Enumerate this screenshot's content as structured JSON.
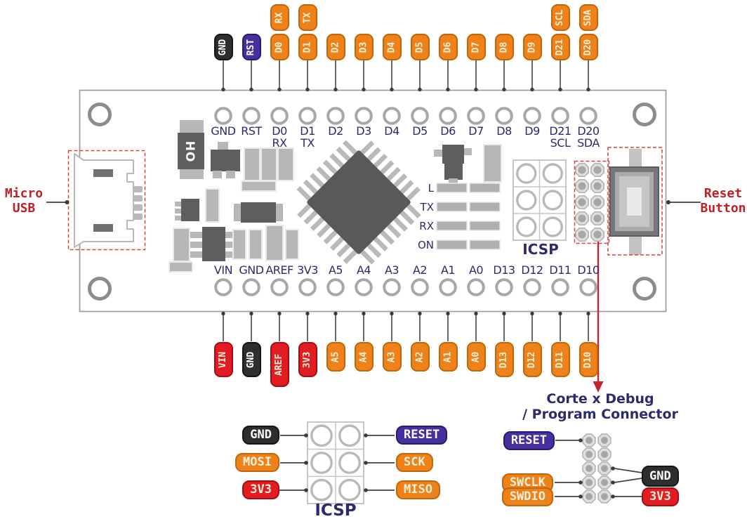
{
  "colors": {
    "orange": "#EE8118",
    "orange_border": "#C2660D",
    "red": "#E31B22",
    "red_border": "#9E1014",
    "black": "#2E2E31",
    "black_border": "#151518",
    "purple": "#46309E",
    "purple_border": "#2A1A71",
    "navy": "#2B2B6E",
    "annotation_red": "#C01F26",
    "cream": "#FBF0DA",
    "board_gray": "#9B9B9B",
    "dash_red": "#D4453C",
    "arrow_red": "#C2262C",
    "line_gray": "#464646"
  },
  "pins": {
    "top": [
      {
        "label": "GND",
        "color": "black"
      },
      {
        "label": "RST",
        "color": "purple"
      },
      {
        "label": "D0",
        "color": "orange",
        "tag": "RX"
      },
      {
        "label": "D1",
        "color": "orange",
        "tag": "TX"
      },
      {
        "label": "D2",
        "color": "orange"
      },
      {
        "label": "D3",
        "color": "orange"
      },
      {
        "label": "D4",
        "color": "orange"
      },
      {
        "label": "D5",
        "color": "orange"
      },
      {
        "label": "D6",
        "color": "orange"
      },
      {
        "label": "D7",
        "color": "orange"
      },
      {
        "label": "D8",
        "color": "orange"
      },
      {
        "label": "D9",
        "color": "orange"
      },
      {
        "label": "D21",
        "color": "orange",
        "tag": "SCL"
      },
      {
        "label": "D20",
        "color": "orange",
        "tag": "SDA"
      }
    ],
    "bottom": [
      {
        "label": "VIN",
        "color": "red"
      },
      {
        "label": "GND",
        "color": "black"
      },
      {
        "label": "AREF",
        "color": "red"
      },
      {
        "label": "3V3",
        "color": "red"
      },
      {
        "label": "A5",
        "color": "orange"
      },
      {
        "label": "A4",
        "color": "orange"
      },
      {
        "label": "A3",
        "color": "orange"
      },
      {
        "label": "A2",
        "color": "orange"
      },
      {
        "label": "A1",
        "color": "orange"
      },
      {
        "label": "A0",
        "color": "orange"
      },
      {
        "label": "D13",
        "color": "orange"
      },
      {
        "label": "D12",
        "color": "orange"
      },
      {
        "label": "D11",
        "color": "orange"
      },
      {
        "label": "D10",
        "color": "orange"
      }
    ]
  },
  "board": {
    "top_labels": [
      {
        "main": "GND",
        "sub": ""
      },
      {
        "main": "RST",
        "sub": ""
      },
      {
        "main": "D0",
        "sub": "RX"
      },
      {
        "main": "D1",
        "sub": "TX"
      },
      {
        "main": "D2",
        "sub": ""
      },
      {
        "main": "D3",
        "sub": ""
      },
      {
        "main": "D4",
        "sub": ""
      },
      {
        "main": "D5",
        "sub": ""
      },
      {
        "main": "D6",
        "sub": ""
      },
      {
        "main": "D7",
        "sub": ""
      },
      {
        "main": "D8",
        "sub": ""
      },
      {
        "main": "D9",
        "sub": ""
      },
      {
        "main": "D21",
        "sub": "SCL"
      },
      {
        "main": "D20",
        "sub": "SDA"
      }
    ],
    "bottom_labels": [
      "VIN",
      "GND",
      "AREF",
      "3V3",
      "A5",
      "A4",
      "A3",
      "A2",
      "A1",
      "A0",
      "D13",
      "D12",
      "D11",
      "D10"
    ],
    "led_labels": [
      "L",
      "TX",
      "RX",
      "ON"
    ],
    "icsp_label": "ICSP",
    "component_label": "OH"
  },
  "annotations": {
    "micro_usb_line1": "Micro",
    "micro_usb_line2": "USB",
    "reset_line1": "Reset",
    "reset_line2": "Button"
  },
  "icsp_diagram": {
    "label": "ICSP",
    "left": [
      {
        "label": "GND",
        "color": "black"
      },
      {
        "label": "MOSI",
        "color": "orange"
      },
      {
        "label": "3V3",
        "color": "red"
      }
    ],
    "right": [
      {
        "label": "RESET",
        "color": "purple"
      },
      {
        "label": "SCK",
        "color": "orange"
      },
      {
        "label": "MISO",
        "color": "orange"
      }
    ]
  },
  "debug_diagram": {
    "title_line1": "Corte x Debug",
    "title_line2": "/ Program Connector",
    "left": [
      {
        "label": "RESET",
        "color": "purple"
      },
      {
        "label": "SWCLK",
        "color": "orange"
      },
      {
        "label": "SWDIO",
        "color": "orange"
      }
    ],
    "right": [
      {
        "label": "GND",
        "color": "black"
      },
      {
        "label": "3V3",
        "color": "red"
      }
    ]
  }
}
